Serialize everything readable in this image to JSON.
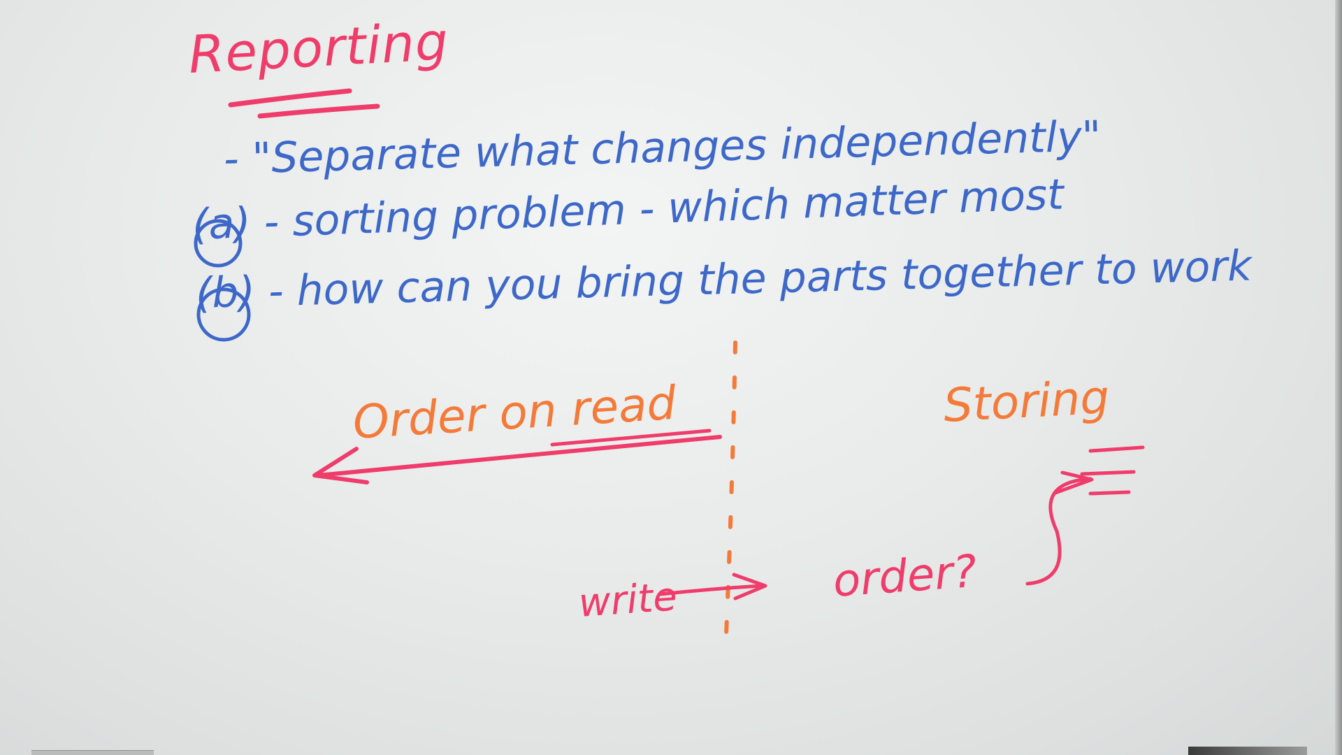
{
  "board": {
    "title": "Reporting",
    "line1": "- \"Separate what changes independently\"",
    "line2": "(a) - sorting problem - which matter most",
    "line3": "(b) - how can you bring the parts together to work",
    "left_label": "Order on read",
    "right_label": "Storing",
    "write_label": "write",
    "order_question": "order?"
  },
  "colors": {
    "blue_marker": "#3d68c9",
    "pink_marker": "#ef3c6a",
    "orange_marker": "#f47a3a"
  }
}
